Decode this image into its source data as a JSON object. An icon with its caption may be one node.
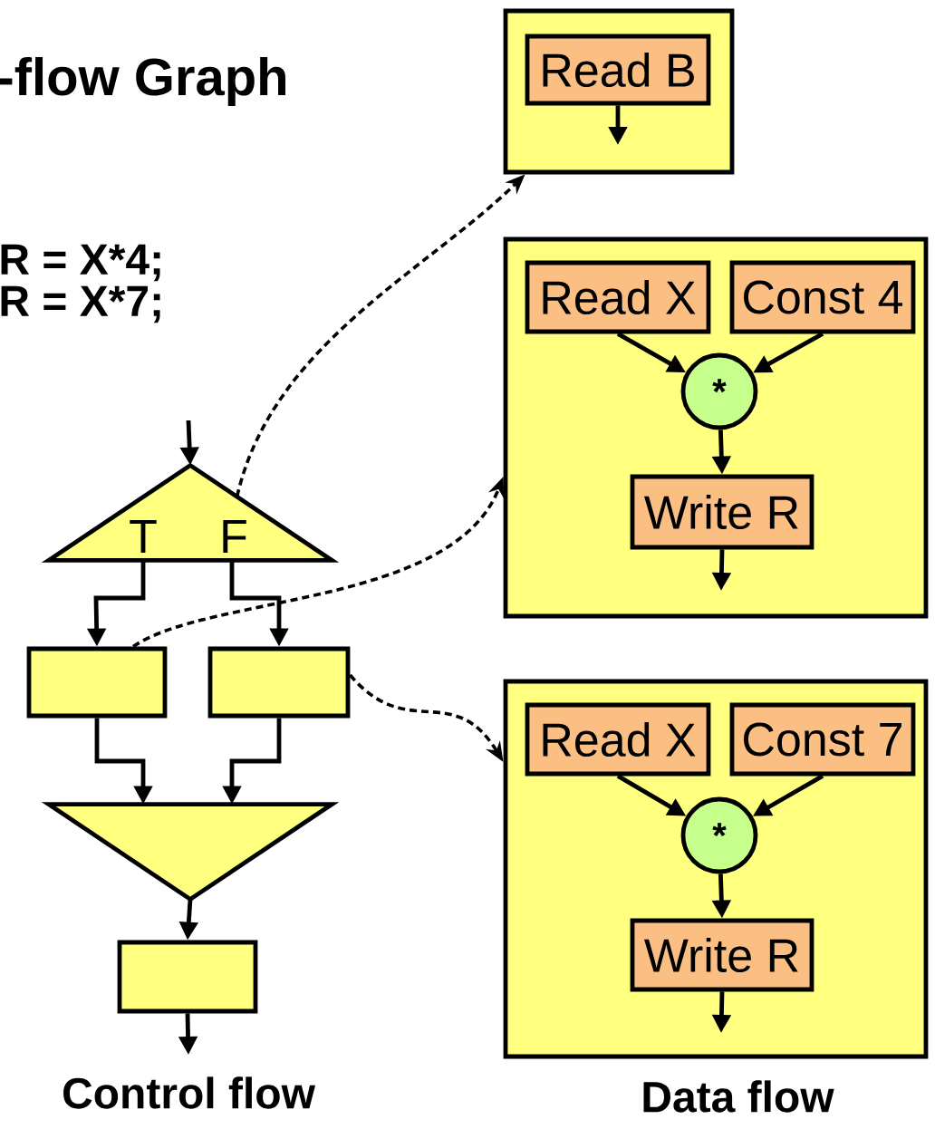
{
  "diagram": {
    "title": "-flow Graph",
    "nodes": [
      {
        "text": [
          "T",
          "F"
        ]
      },
      {
        "text": [],
        "shape": "box"
      },
      {
        "text": [],
        "shape": "box"
      },
      {
        "text": [],
        "shape": "triangle"
      },
      {
        "text": [],
        "shape": "box"
      },
      {
        "text": [],
        "shape": "box"
      },
      {
        "text": [
          "Read B"
        ],
        "in": 5
      },
      {
        "text": [],
        "shape": "box"
      },
      {
        "text": [
          "Read X"
        ],
        "in": 7
      },
      {
        "text": [
          "Const 4"
        ],
        "in": 7
      },
      {
        "text": [
          "*"
        ],
        "in": 7
      },
      {
        "text": [
          "Write R"
        ],
        "in": 7
      },
      {
        "text": [],
        "shape": "box"
      },
      {
        "text": [
          "Read X"
        ],
        "in": 12
      },
      {
        "text": [
          "Const 7"
        ],
        "in": 12
      },
      {
        "text": [
          "*"
        ],
        "in": 12
      },
      {
        "text": [
          "Write R"
        ],
        "in": 12
      }
    ],
    "edges": [
      {
        "from": null,
        "to": 0,
        "arrow": "to"
      },
      {
        "from": 0,
        "to": 1,
        "arrow": "to"
      },
      {
        "from": 0,
        "to": 2,
        "arrow": "to"
      },
      {
        "from": 1,
        "to": 3,
        "arrow": "to"
      },
      {
        "from": 2,
        "to": 3,
        "arrow": "to"
      },
      {
        "from": 3,
        "to": 4,
        "arrow": "to"
      },
      {
        "from": 4,
        "to": null,
        "arrow": "to"
      },
      {
        "from": 0,
        "to": 5,
        "arrow": "to",
        "style": "dashed"
      },
      {
        "from": 1,
        "to": 7,
        "arrow": "to",
        "style": "dashed"
      },
      {
        "from": 2,
        "to": 12,
        "arrow": "to",
        "style": "dashed"
      },
      {
        "from": 6,
        "to": null,
        "arrow": "to"
      },
      {
        "from": 8,
        "to": 10,
        "arrow": "to"
      },
      {
        "from": 9,
        "to": 10,
        "arrow": "to"
      },
      {
        "from": 10,
        "to": 11,
        "arrow": "to"
      },
      {
        "from": 11,
        "to": null,
        "arrow": "to"
      },
      {
        "from": 13,
        "to": 15,
        "arrow": "to"
      },
      {
        "from": 14,
        "to": 15,
        "arrow": "to"
      },
      {
        "from": 15,
        "to": 16,
        "arrow": "to"
      },
      {
        "from": 16,
        "to": null,
        "arrow": "to"
      }
    ],
    "labels": [
      "R = X*4;",
      "R = X*7;",
      "Control flow",
      "Data flow"
    ]
  }
}
